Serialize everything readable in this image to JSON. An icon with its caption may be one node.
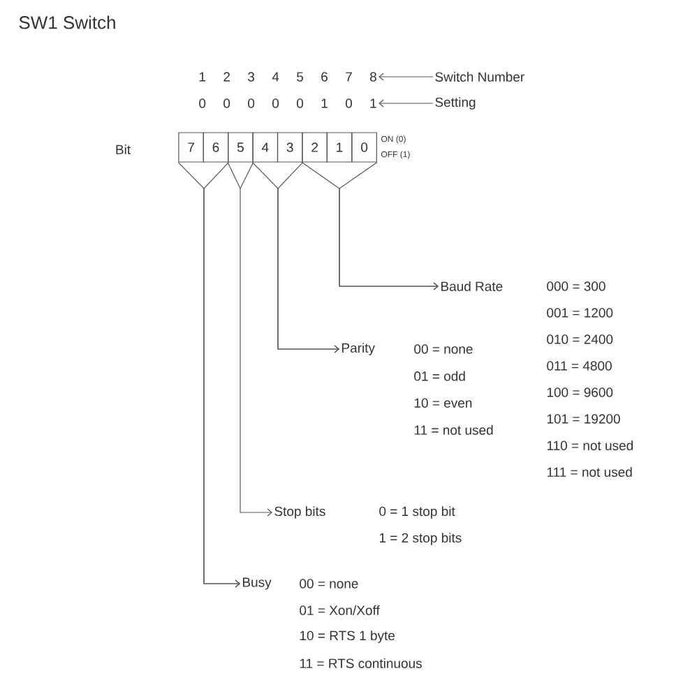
{
  "diagram": {
    "title": "SW1 Switch",
    "nodes": [
      {
        "text": [
          "1 2 3 4 5 6 7 8"
        ]
      },
      {
        "text": [
          "0 0 0 0 0 1 0 1"
        ]
      },
      {
        "text": [
          "Switch Number"
        ]
      },
      {
        "text": [
          "Setting"
        ]
      },
      {
        "text": [
          "7"
        ]
      },
      {
        "text": [
          "6"
        ]
      },
      {
        "text": [
          "5"
        ]
      },
      {
        "text": [
          "4"
        ]
      },
      {
        "text": [
          "3"
        ]
      },
      {
        "text": [
          "2"
        ]
      },
      {
        "text": [
          "1"
        ]
      },
      {
        "text": [
          "0"
        ]
      },
      {
        "text": [
          "Baud Rate"
        ],
        "beside": [
          "000 = 300",
          "001 = 1200",
          "010 = 2400",
          "011 = 4800",
          "100 = 9600",
          "101 = 19200",
          "110 = not used",
          "111 = not used"
        ]
      },
      {
        "text": [
          "Parity"
        ],
        "beside": [
          "00 = none",
          "01 = odd",
          "10 = even",
          "11 = not used"
        ]
      },
      {
        "text": [
          "Stop bits"
        ],
        "beside": [
          "0 = 1 stop bit",
          "1 = 2 stop bits"
        ]
      },
      {
        "text": [
          "Busy"
        ],
        "beside": [
          "00 = none",
          "01 = Xon/Xoff",
          "10 = RTS 1 byte",
          "11 = RTS continuous"
        ]
      }
    ],
    "edges": [
      {
        "from": 2,
        "to": 0,
        "arrow": "to"
      },
      {
        "from": 3,
        "to": 1,
        "arrow": "to"
      },
      {
        "from": 9,
        "to": 12,
        "arrow": "to"
      },
      {
        "from": 11,
        "to": 12,
        "arrow": "to"
      },
      {
        "from": 7,
        "to": 13,
        "arrow": "to"
      },
      {
        "from": 8,
        "to": 13,
        "arrow": "to"
      },
      {
        "from": 6,
        "to": 14,
        "arrow": "to"
      },
      {
        "from": 4,
        "to": 15,
        "arrow": "to"
      },
      {
        "from": 5,
        "to": 15,
        "arrow": "to"
      }
    ],
    "labels": [
      "Bit",
      "ON (0)",
      "OFF (1)"
    ]
  }
}
